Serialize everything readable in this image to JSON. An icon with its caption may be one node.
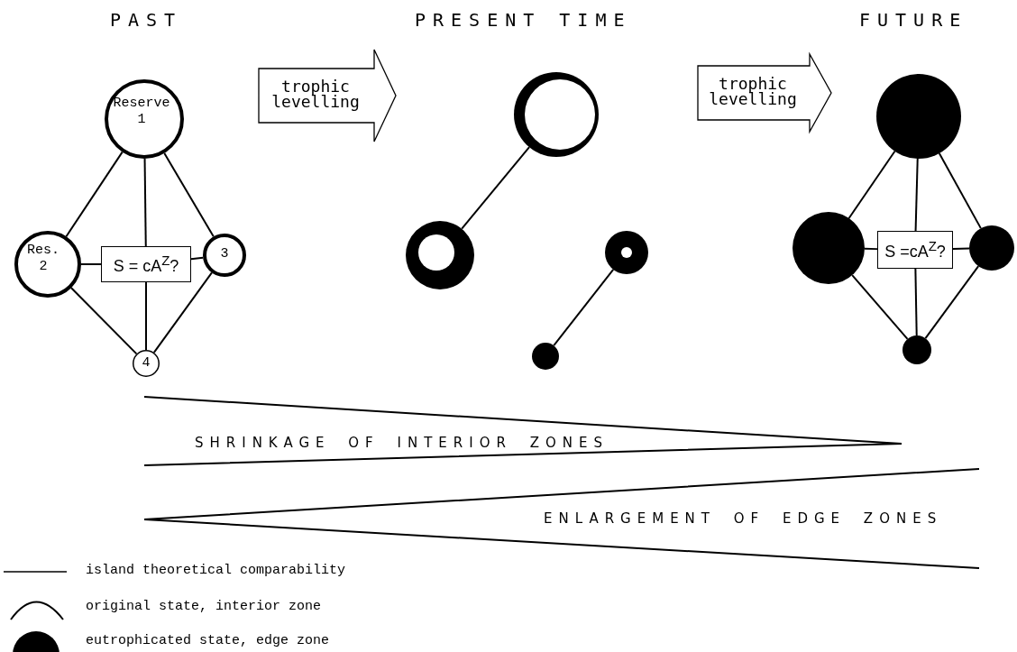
{
  "diagram": {
    "nodes": [
      {
        "text": [
          "Reserve 1"
        ]
      },
      {
        "text": [
          "Res. 2"
        ]
      },
      {
        "text": [
          "S = cA$^{Z}$?"
        ]
      },
      {
        "text": [
          "3"
        ]
      },
      {
        "text": [
          "4"
        ]
      },
      {
        "text": [
          "trophic levelling"
        ]
      },
      {
        "text": [],
        "shape": "circle"
      },
      {
        "text": [],
        "shape": "circle"
      },
      {
        "text": [],
        "shape": "circle"
      },
      {
        "text": [],
        "shape": "circle"
      },
      {
        "text": [
          "trophic levelling"
        ]
      },
      {
        "text": [],
        "shape": "circle"
      },
      {
        "text": [],
        "shape": "circle"
      },
      {
        "text": [
          "S =cA$^{Z}$?"
        ]
      },
      {
        "text": [],
        "shape": "circle"
      },
      {
        "text": [],
        "shape": "circle"
      },
      {
        "text": [
          "SHRINKAGE OF INTERIOR ZONES"
        ]
      },
      {
        "text": [
          "ENLARGEMENT OF EDGE ZONES"
        ]
      }
    ],
    "edges": [
      {
        "from": 0,
        "to": 1,
        "arrow": "none"
      },
      {
        "from": 0,
        "to": 2,
        "arrow": "none"
      },
      {
        "from": 0,
        "to": 3,
        "arrow": "none"
      },
      {
        "from": 1,
        "to": 2,
        "arrow": "none"
      },
      {
        "from": 2,
        "to": 3,
        "arrow": "none"
      },
      {
        "from": 1,
        "to": 4,
        "arrow": "none"
      },
      {
        "from": 2,
        "to": 4,
        "arrow": "none"
      },
      {
        "from": 3,
        "to": 4,
        "arrow": "none"
      },
      {
        "from": 6,
        "to": 7,
        "arrow": "none"
      },
      {
        "from": 8,
        "to": 9,
        "arrow": "none"
      },
      {
        "from": 11,
        "to": 12,
        "arrow": "none"
      },
      {
        "from": 11,
        "to": 13,
        "arrow": "none"
      },
      {
        "from": 11,
        "to": 14,
        "arrow": "none"
      },
      {
        "from": 12,
        "to": 13,
        "arrow": "none"
      },
      {
        "from": 13,
        "to": 14,
        "arrow": "none"
      },
      {
        "from": 12,
        "to": 15,
        "arrow": "none"
      },
      {
        "from": 13,
        "to": 15,
        "arrow": "none"
      },
      {
        "from": 14,
        "to": 15,
        "arrow": "none"
      }
    ],
    "labels": [
      "PAST",
      "PRESENT TIME",
      "FUTURE"
    ],
    "legend": [
      {
        "text": "island theoretical comparability"
      },
      {
        "text": "original state, interior zone"
      },
      {
        "text": "eutrophicated state, edge zone",
        "color": "#000000"
      }
    ]
  }
}
